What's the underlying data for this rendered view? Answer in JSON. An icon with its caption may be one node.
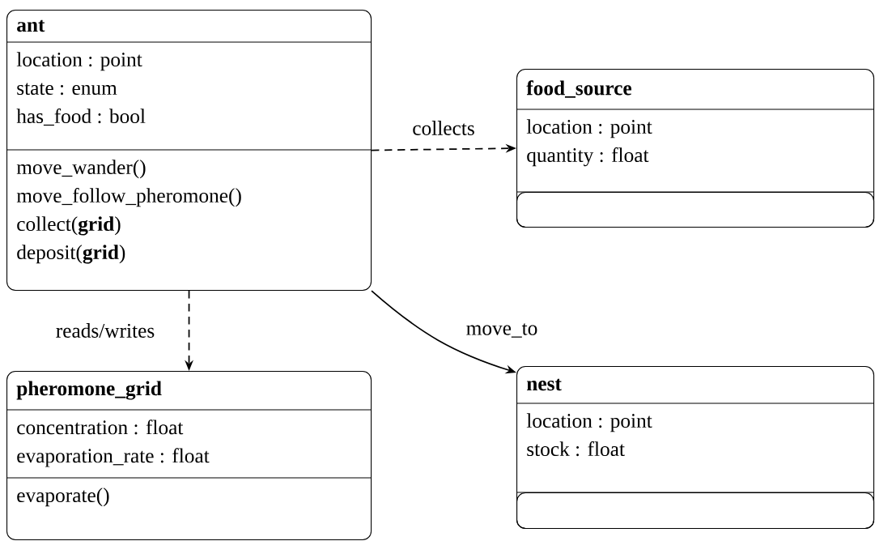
{
  "diagram": {
    "nodes": [
      {
        "text": [
          "ant"
        ]
      },
      {
        "text": [
          "location : point",
          "state : enum",
          "has_food : bool"
        ],
        "in": 0
      },
      {
        "text": [
          "move_wander()",
          "move_follow_pheromone()",
          "collect(**grid**)",
          "deposit(**grid**)"
        ],
        "in": 0
      },
      {
        "text": [
          "food_source"
        ]
      },
      {
        "text": [
          "location : point",
          "quantity : float"
        ],
        "in": 3
      },
      {
        "text": [],
        "shape": "box",
        "in": 3
      },
      {
        "text": [
          "pheromone_grid"
        ]
      },
      {
        "text": [
          "concentration : float",
          "evaporation_rate : float"
        ],
        "in": 6
      },
      {
        "text": [
          "evaporate()"
        ],
        "in": 6
      },
      {
        "text": [
          "nest"
        ]
      },
      {
        "text": [
          "location : point",
          "stock : float"
        ],
        "in": 9
      },
      {
        "text": [],
        "shape": "box",
        "in": 9
      }
    ],
    "edges": [
      {
        "from": 0,
        "to": 3,
        "arrow": "to",
        "label": "collects",
        "style": "dashed"
      },
      {
        "from": 0,
        "to": 6,
        "arrow": "to",
        "label": "reads/writes",
        "style": "dashed"
      },
      {
        "from": 0,
        "to": 9,
        "arrow": "to",
        "label": "move_to"
      }
    ]
  }
}
